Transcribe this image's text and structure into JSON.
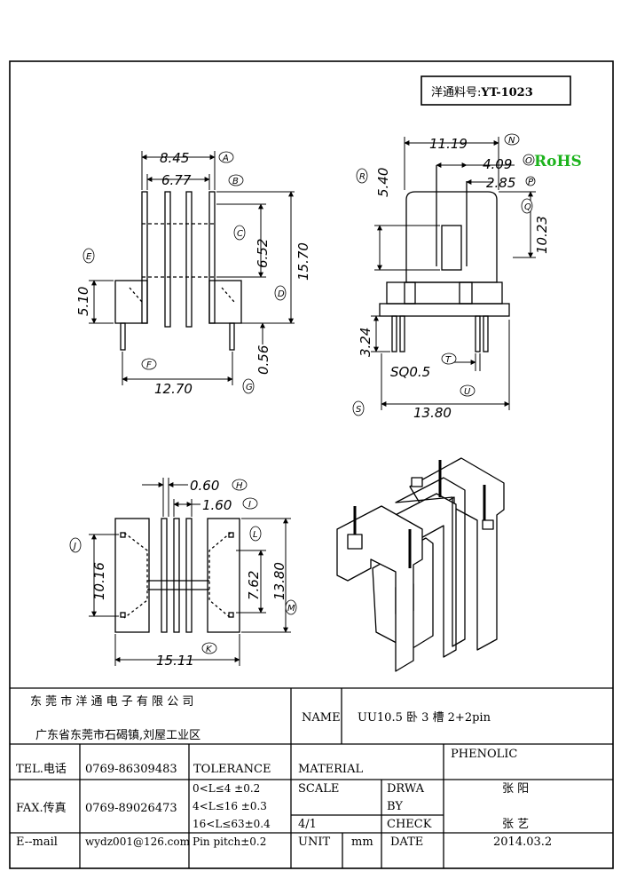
{
  "part_number_label": "洋通料号:",
  "part_number": "YT-1023",
  "rohs": "RoHS",
  "rohs_color": "#1db31d",
  "dims": {
    "A": "8.45",
    "B": "6.77",
    "C": "6.52",
    "D": "15.70",
    "E": "5.10",
    "F": "12.70",
    "G": "0.56",
    "H": "0.60",
    "I": "1.60",
    "J": "10.16",
    "K": "15.11",
    "L": "7.62",
    "M": "13.80",
    "N": "11.19",
    "O": "4.09",
    "P": "2.85",
    "Q": "10.23",
    "R": "5.40",
    "S": "3.24",
    "T": "SQ0.5",
    "U": "13.80"
  },
  "callouts": [
    "A",
    "B",
    "C",
    "D",
    "E",
    "F",
    "G",
    "H",
    "I",
    "J",
    "K",
    "L",
    "M",
    "N",
    "O",
    "P",
    "Q",
    "R",
    "S",
    "T",
    "U"
  ],
  "title_block": {
    "company": "东 莞 市 洋 通 电 子 有 限 公 司",
    "address": "广东省东莞市石碣镇,刘屋工业区",
    "name_label": "NAME",
    "name_value": "UU10.5 卧 3 槽 2+2pin",
    "tel_label": "TEL.电话",
    "tel_value": "0769-86309483",
    "fax_label": "FAX.传真",
    "fax_value": "0769-89026473",
    "email_label": "E--mail",
    "email_value": "wydz001@126.com",
    "tolerance_label": "TOLERANCE",
    "tolerance_rows": [
      "0<L≤4  ±0.2",
      "4<L≤16  ±0.3",
      "16<L≤63±0.4",
      "Pin pitch±0.2"
    ],
    "material_label": "MATERIAL",
    "material_value": "PHENOLIC",
    "scale_label": "SCALE",
    "scale_value": "4/1",
    "drawn_label_1": "DRWA",
    "drawn_label_2": "BY",
    "drawn_value": "张 阳",
    "check_label": "CHECK",
    "check_value": "张 艺",
    "unit_label": "UNIT",
    "unit_value": "mm",
    "date_label": "DATE",
    "date_value": "2014.03.2"
  }
}
